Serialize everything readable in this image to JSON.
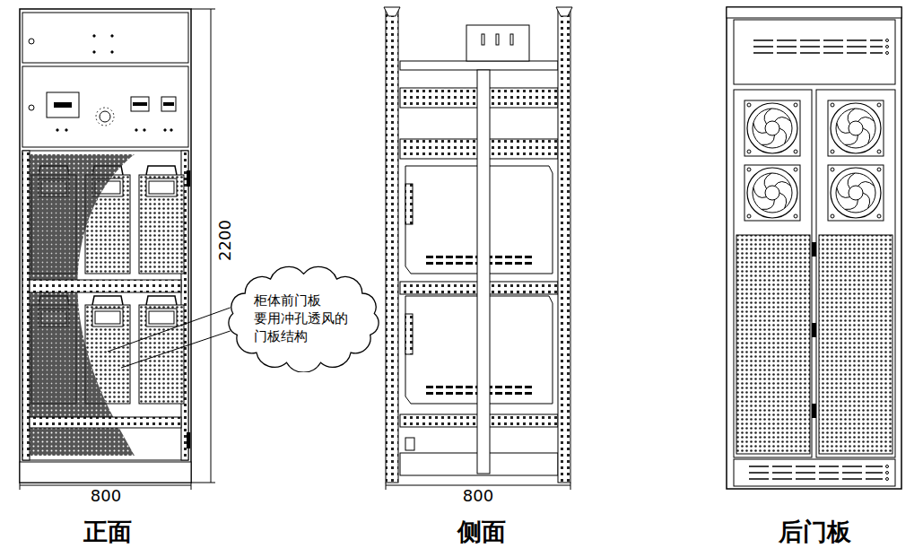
{
  "diagram": {
    "nodes": [
      {
        "text": [
          "柜体前门板 要用冲孔透风的 门板结构"
        ]
      }
    ],
    "labels": [
      "2200",
      "800",
      "正面",
      "800",
      "侧面",
      "后门板"
    ]
  }
}
